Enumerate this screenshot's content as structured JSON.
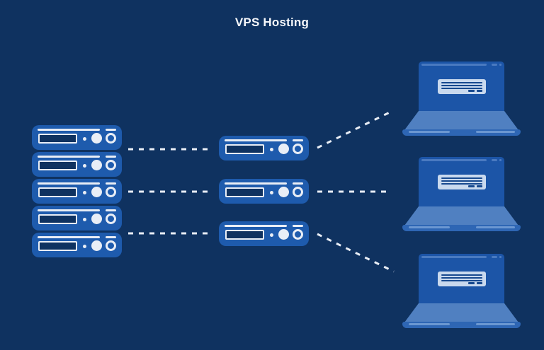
{
  "title": "VPS Hosting",
  "colors": {
    "bg": "#0f3260",
    "server": "#1e5bad",
    "detail": "#e9eef6",
    "slot": "#0f3260",
    "screen": "#1c55a7",
    "screenline": "#4a7ac0",
    "deck": "#5080c1",
    "base": "#2e66b4",
    "basedash": "#6b97d1",
    "browser": "#c9d9ee",
    "browserline": "#17498f",
    "dash": "#e9eef6",
    "title": "#f6f8fb"
  },
  "diagram": {
    "type": "topology-illustration",
    "rack_servers": 5,
    "vps_servers": 3,
    "client_laptops": 3,
    "connection_style": "dashed",
    "rack_to_vps_connections": 3,
    "vps_to_client_connections": 3
  }
}
